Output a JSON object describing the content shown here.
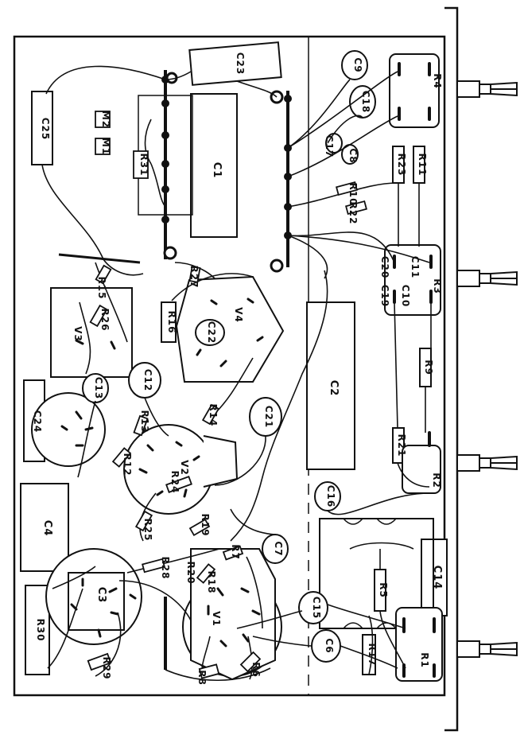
{
  "diagram": {
    "labels": {
      "C1": "C1",
      "C2": "C2",
      "C3": "C3",
      "C4": "C4",
      "C6": "C6",
      "C7": "C7",
      "C8": "C8",
      "C9": "C9",
      "C10": "C10",
      "C11": "C11",
      "C12": "C12",
      "C13": "C13",
      "C14": "C14",
      "C15": "C15",
      "C16": "C16",
      "C17": "C17",
      "C18": "C18",
      "C19": "C19",
      "C20": "C20",
      "C21": "C21",
      "C22": "C22",
      "C23": "C23",
      "C24": "C24",
      "C25": "C25",
      "R1": "R1",
      "R2": "R2",
      "R3": "R3",
      "R4": "R4",
      "R5": "R5",
      "R6": "R6",
      "R7": "R7",
      "R8": "R8",
      "R9": "R9",
      "R10": "R10",
      "R11": "R11",
      "R12": "R12",
      "R13": "R13",
      "R14": "R14",
      "R15": "R15",
      "R16": "R16",
      "R17": "R17",
      "R18": "R18",
      "R19": "R19",
      "R20": "R20",
      "R21": "R21",
      "R22": "R22",
      "R23": "R23",
      "R24": "R24",
      "R25": "R25",
      "R26": "R26",
      "R27": "R27",
      "R28": "R28",
      "R29": "R29",
      "R30": "R30",
      "R31": "R31",
      "V1": "V1",
      "V2": "V2",
      "V3": "V3",
      "V4": "V4",
      "M1": "M1",
      "M2": "M2"
    }
  }
}
